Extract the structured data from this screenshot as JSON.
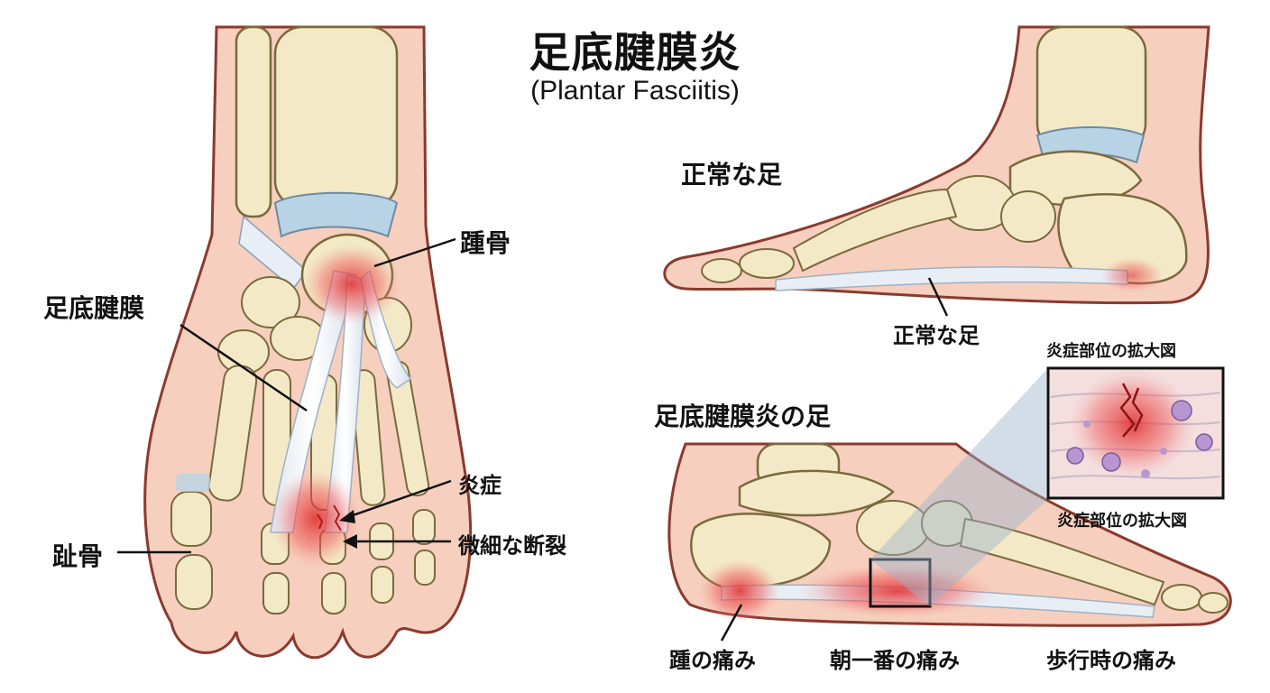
{
  "title": {
    "ja": "足底腱膜炎",
    "en": "(Plantar Fasciitis)"
  },
  "left_foot": {
    "calcaneus": "踵骨",
    "plantar_fascia": "足底腱膜",
    "inflammation": "炎症",
    "micro_tear": "微細な断裂",
    "phalanges": "趾骨"
  },
  "normal_foot": {
    "heading": "正常な足",
    "caption": "正常な足"
  },
  "inflamed_foot": {
    "heading": "足底腱膜炎の足",
    "inset_top": "炎症部位の拡大図",
    "inset_bottom": "炎症部位の拡大図",
    "pain_heel": "踵の痛み",
    "pain_morning": "朝一番の痛み",
    "pain_walking": "歩行時の痛み"
  },
  "colors": {
    "skin": "#f6cfbe",
    "skin_outline": "#8a3a2e",
    "bone": "#f3e9c6",
    "bone_outline": "#7a6a3c",
    "cartilage": "#b9d3e6",
    "fascia": "#e8eef5",
    "inflammation": "#e23a3a"
  }
}
